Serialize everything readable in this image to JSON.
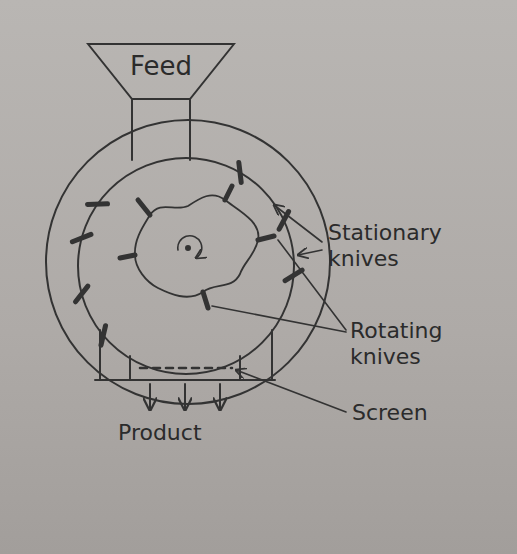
{
  "diagram": {
    "nodes": [
      {
        "text": [
          "Feed"
        ]
      }
    ],
    "labels": [
      "Stationary knives",
      "Rotating knives",
      "Screen",
      "Product"
    ]
  }
}
